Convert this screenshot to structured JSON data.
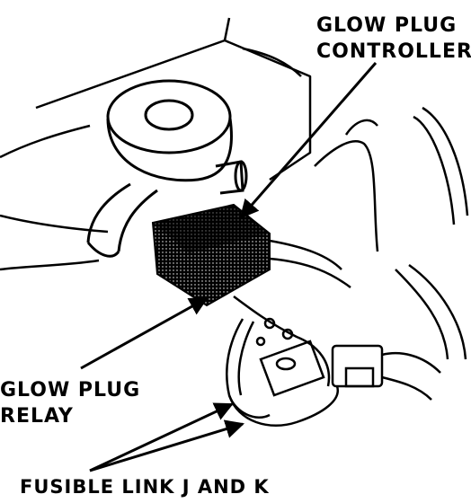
{
  "labels": {
    "controller_line1": "GLOW PLUG",
    "controller_line2": "CONTROLLER",
    "relay_line1": "GLOW PLUG",
    "relay_line2": "RELAY",
    "fusible": "FUSIBLE LINK J AND K"
  },
  "colors": {
    "ink": "#000000",
    "paper": "#ffffff"
  }
}
